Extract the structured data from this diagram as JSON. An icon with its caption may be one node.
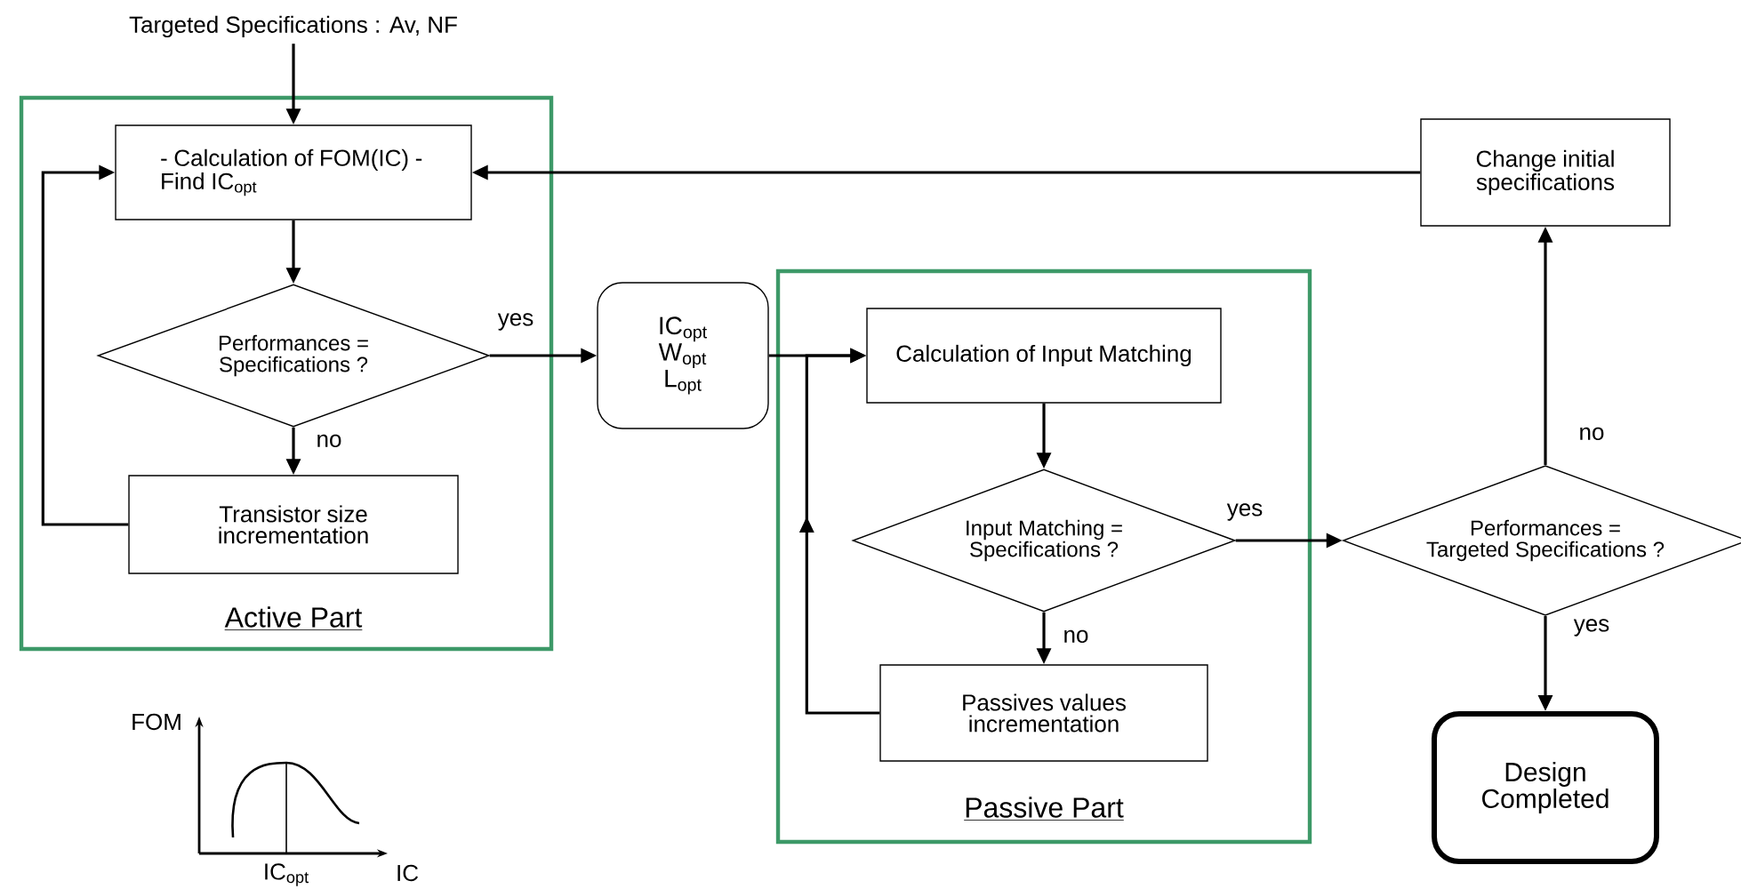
{
  "diagram": {
    "nodes": [
      {
        "text": [
          "Targeted Specifications : Av, NF"
        ]
      },
      {
        "text": [
          "Active Part"
        ]
      },
      {
        "text": [
          "- Calculation of FOM(IC) - Find IC$_{opt}$"
        ],
        "in": 1
      },
      {
        "text": [
          "Performances = Specifications ?"
        ],
        "in": 1
      },
      {
        "text": [
          "Transistor size incrementation"
        ],
        "in": 1
      },
      {
        "text": [
          "IC$_{opt}$ W$_{opt}$ L$_{opt}$"
        ]
      },
      {
        "text": [
          "Passive Part"
        ]
      },
      {
        "text": [
          "Calculation of Input Matching"
        ],
        "in": 6
      },
      {
        "text": [
          "Input Matching = Specifications ?"
        ],
        "in": 6
      },
      {
        "text": [
          "Passives values incrementation"
        ],
        "in": 6
      },
      {
        "text": [
          "Change initial specifications"
        ]
      },
      {
        "text": [
          "Performances = Targeted Specifications ?"
        ]
      },
      {
        "text": [
          "Design Completed"
        ]
      }
    ],
    "edges": [
      {
        "from": 0,
        "to": 2,
        "arrow": "to"
      },
      {
        "from": 2,
        "to": 3,
        "arrow": "to"
      },
      {
        "from": 3,
        "to": 5,
        "arrow": "to",
        "label": "yes"
      },
      {
        "from": 3,
        "to": 4,
        "arrow": "to",
        "label": "no"
      },
      {
        "from": 4,
        "to": 2,
        "arrow": "to"
      },
      {
        "from": 5,
        "to": 7,
        "arrow": "to"
      },
      {
        "from": 7,
        "to": 8,
        "arrow": "to"
      },
      {
        "from": 8,
        "to": 11,
        "arrow": "to",
        "label": "yes"
      },
      {
        "from": 8,
        "to": 9,
        "arrow": "to",
        "label": "no"
      },
      {
        "from": 9,
        "to": 7,
        "arrow": "to"
      },
      {
        "from": 11,
        "to": 10,
        "arrow": "to",
        "label": "no"
      },
      {
        "from": 11,
        "to": 12,
        "arrow": "to",
        "label": "yes"
      },
      {
        "from": 10,
        "to": 2,
        "arrow": "to"
      }
    ],
    "labels": [
      "FOM",
      "IC$_{opt}$",
      "IC"
    ]
  }
}
